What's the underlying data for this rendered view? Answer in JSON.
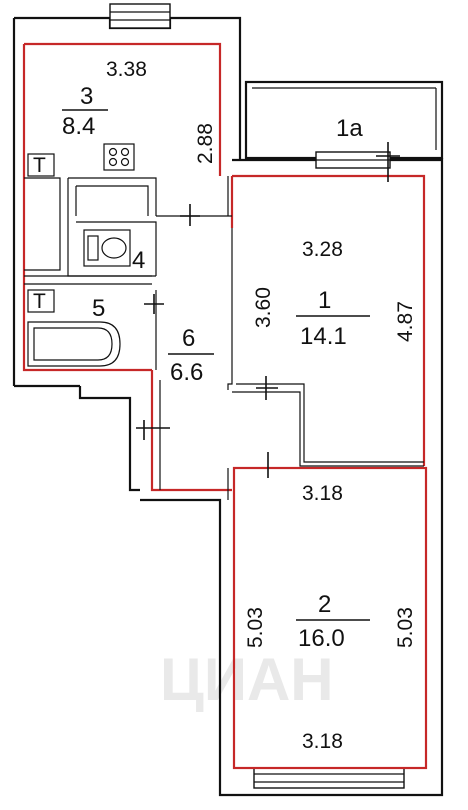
{
  "rooms": {
    "balcony": {
      "number": "1a"
    },
    "kitchen": {
      "number": "3",
      "area": "8.4",
      "width": "3.38",
      "length": "2.88"
    },
    "room1": {
      "number": "1",
      "area": "14.1",
      "width": "3.28",
      "left_len": "3.60",
      "right_len": "4.87"
    },
    "room2": {
      "number": "2",
      "area": "16.0",
      "top_width": "3.18",
      "bottom_width": "3.18",
      "left_len": "5.03",
      "right_len": "5.03"
    },
    "hall": {
      "number": "6",
      "area": "6.6"
    },
    "wc": {
      "number": "4"
    },
    "bath": {
      "number": "5"
    },
    "riser_mark": "T",
    "bath_riser_mark": "T"
  },
  "colors": {
    "outline": "#c62828",
    "wall": "#111111",
    "watermark": "#e9e9e9"
  }
}
